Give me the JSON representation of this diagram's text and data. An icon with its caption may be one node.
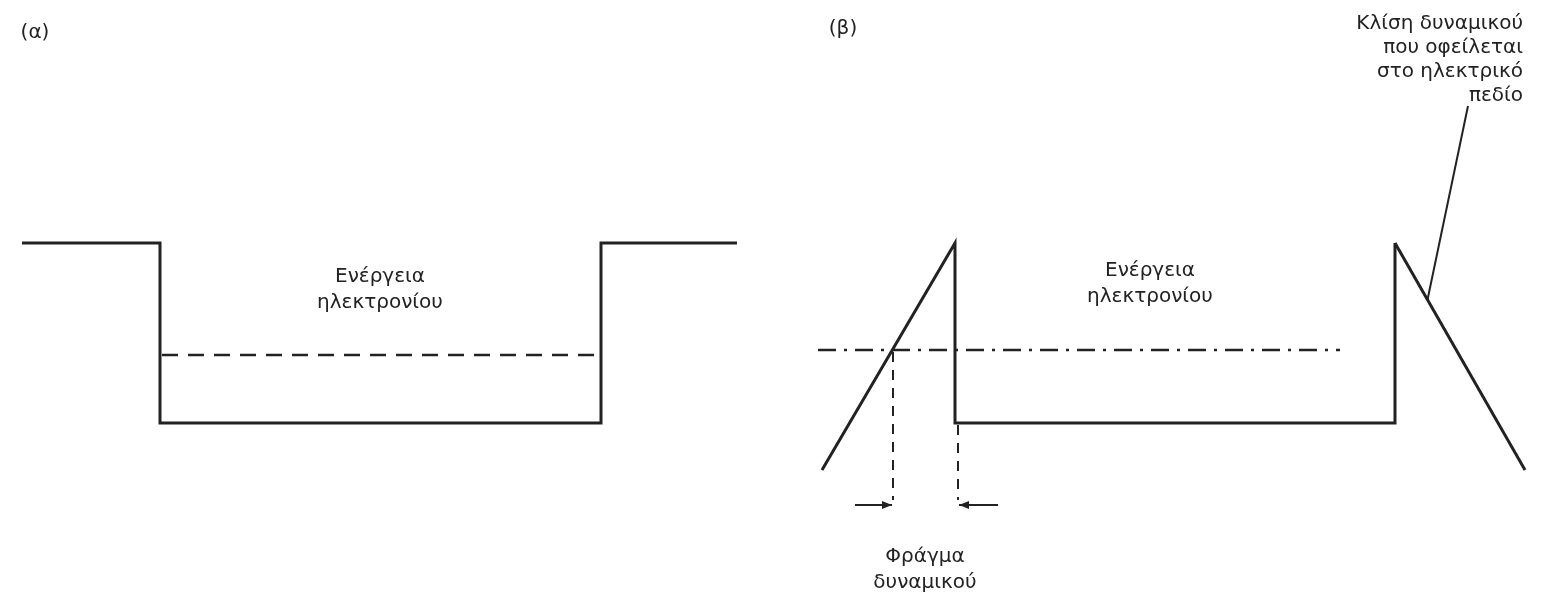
{
  "diagram": {
    "nodes": [
      {
        "text": [
          "Κλίση δυναμικού που οφείλεται στο ηλεκτρικό πεδίο"
        ]
      },
      {
        "text": [],
        "shape": "line"
      }
    ],
    "edges": [
      {
        "from": 0,
        "to": 1,
        "arrow": "none"
      }
    ],
    "labels": [
      "(α)",
      "(β)",
      "Ενέργεια ηλεκτρονίου",
      "Ενέργεια ηλεκτρονίου",
      "Φράγμα δυναμικού"
    ]
  }
}
